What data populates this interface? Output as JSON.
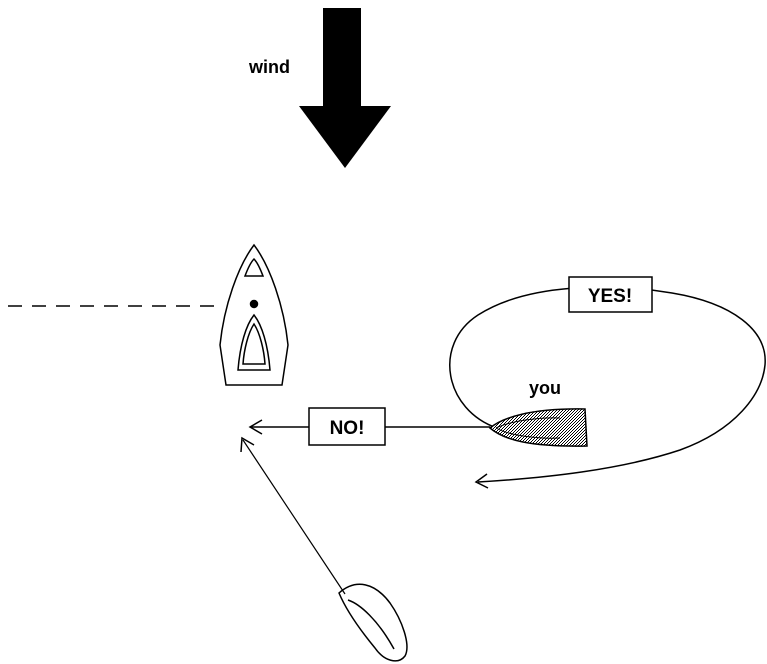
{
  "labels": {
    "wind": "wind",
    "you": "you",
    "yes": "YES!",
    "no": "NO!"
  },
  "colors": {
    "ink": "#000000",
    "background": "#ffffff",
    "your_boat_fill": "#a8a8a8"
  }
}
